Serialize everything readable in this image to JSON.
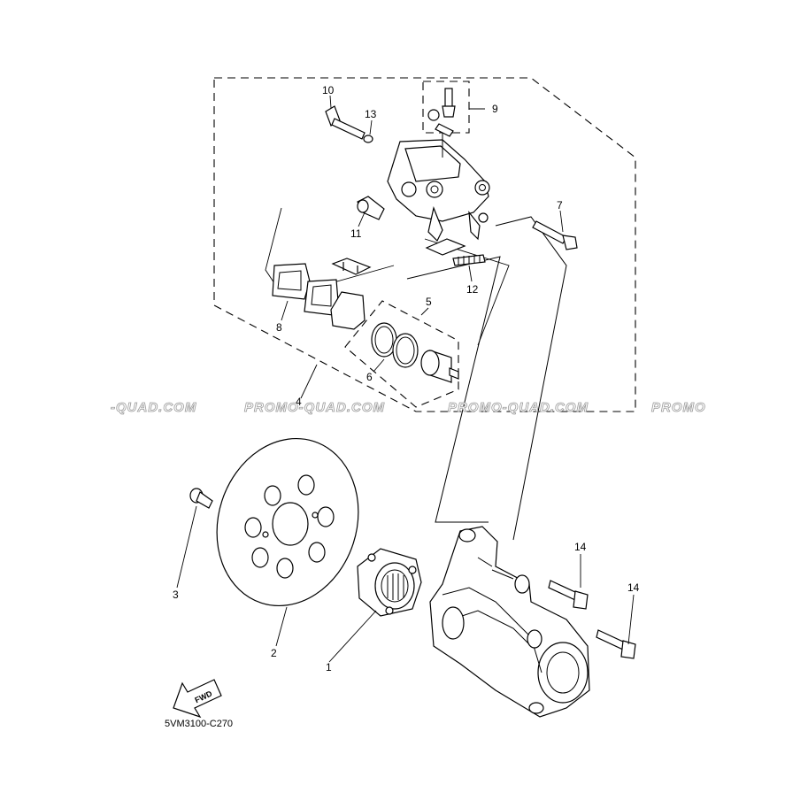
{
  "diagram": {
    "code": "5VM3100-C270",
    "fwd_label": "FWD",
    "watermarks": [
      "-QUAD.COM",
      "PROMO-QUAD.COM",
      "PROMO-QUAD.COM",
      "PROMO"
    ],
    "callouts": {
      "p1": "1",
      "p2": "2",
      "p3": "3",
      "p4": "4",
      "p5": "5",
      "p6": "6",
      "p7": "7",
      "p8": "8",
      "p9": "9",
      "p10": "10",
      "p11": "11",
      "p12": "12",
      "p13": "13",
      "p14a": "14",
      "p14b": "14"
    }
  }
}
